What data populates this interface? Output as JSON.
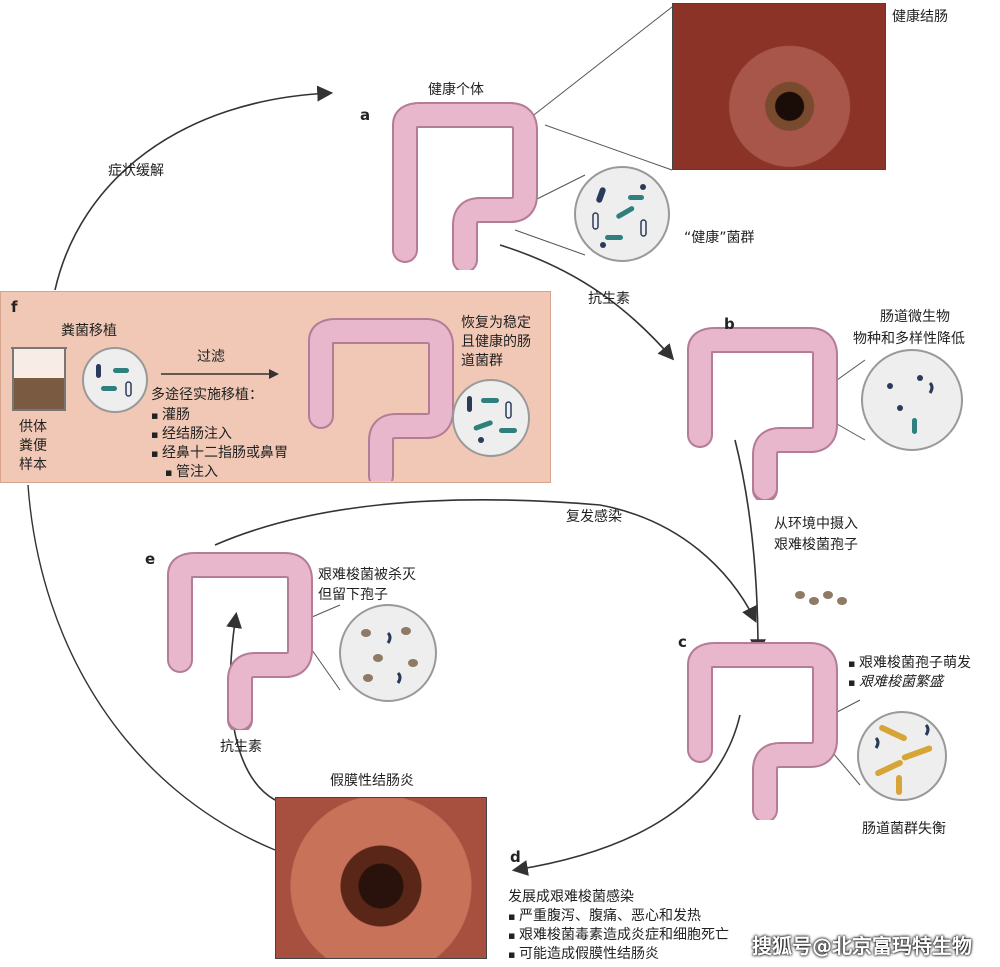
{
  "stages": {
    "a": {
      "letter": "a",
      "title": "健康个体",
      "inset_label": "健康结肠",
      "flora_label": "“健康”菌群"
    },
    "b": {
      "letter": "b",
      "desc_line1": "肠道微生物",
      "desc_line2": "物种和多样性降低"
    },
    "c": {
      "letter": "c",
      "bullets": [
        "艰难梭菌孢子萌发",
        "艰难梭菌繁盛"
      ],
      "flora_label": "肠道菌群失衡"
    },
    "d": {
      "letter": "d",
      "title": "发展成艰难梭菌感染",
      "bullets": [
        "严重腹泻、腹痛、恶心和发热",
        "艰难梭菌毒素造成炎症和细胞死亡",
        "可能造成假膜性结肠炎"
      ],
      "inset_label": "假膜性结肠炎"
    },
    "e": {
      "letter": "e",
      "desc_line1": "艰难梭菌被杀灭",
      "desc_line2": "但留下孢子"
    },
    "f": {
      "letter": "f",
      "title": "粪菌移植",
      "donor_line1": "供体",
      "donor_line2": "粪便",
      "donor_line3": "样本",
      "filter": "过滤",
      "methods_title": "多途径实施移植：",
      "methods": [
        "灌肠",
        "经结肠注入",
        "经鼻十二指肠或鼻胃",
        "管注入"
      ],
      "result_line1": "恢复为稳定",
      "result_line2": "且健康的肠",
      "result_line3": "道菌群"
    }
  },
  "arrows": {
    "symptom_relief": "症状缓解",
    "antibiotic_1": "抗生素",
    "ingest_line1": "从环境中摄入",
    "ingest_line2": "艰难梭菌孢子",
    "recurrence": "复发感染",
    "antibiotic_2": "抗生素"
  },
  "watermark": "搜狐号@北京富玛特生物",
  "colors": {
    "colon": "#e9b7cb",
    "colon_stroke": "#b47c97",
    "panel": "#f1c8b5",
    "bacteria_teal": "#2f7f7f",
    "bacteria_dark": "#2a3b5a",
    "cdiff": "#d6a437"
  }
}
